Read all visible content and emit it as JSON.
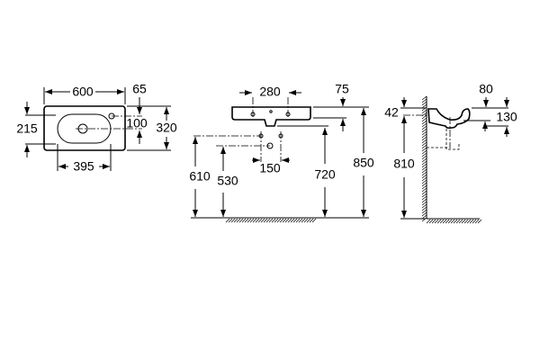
{
  "top_view": {
    "width": "600",
    "tap_offset": "65",
    "tap_to_drain": "100",
    "depth": "320",
    "bowl_depth": "215",
    "bowl_width": "395"
  },
  "front_view": {
    "tap_spacing": "280",
    "rim_thickness": "75",
    "rim_height": "850",
    "bottom_height": "720",
    "supply_height": "610",
    "waste_height": "530",
    "supply_spacing": "150"
  },
  "side_view": {
    "projection": "80",
    "rim_offset": "42",
    "bowl_height": "130",
    "mount_height": "810"
  }
}
